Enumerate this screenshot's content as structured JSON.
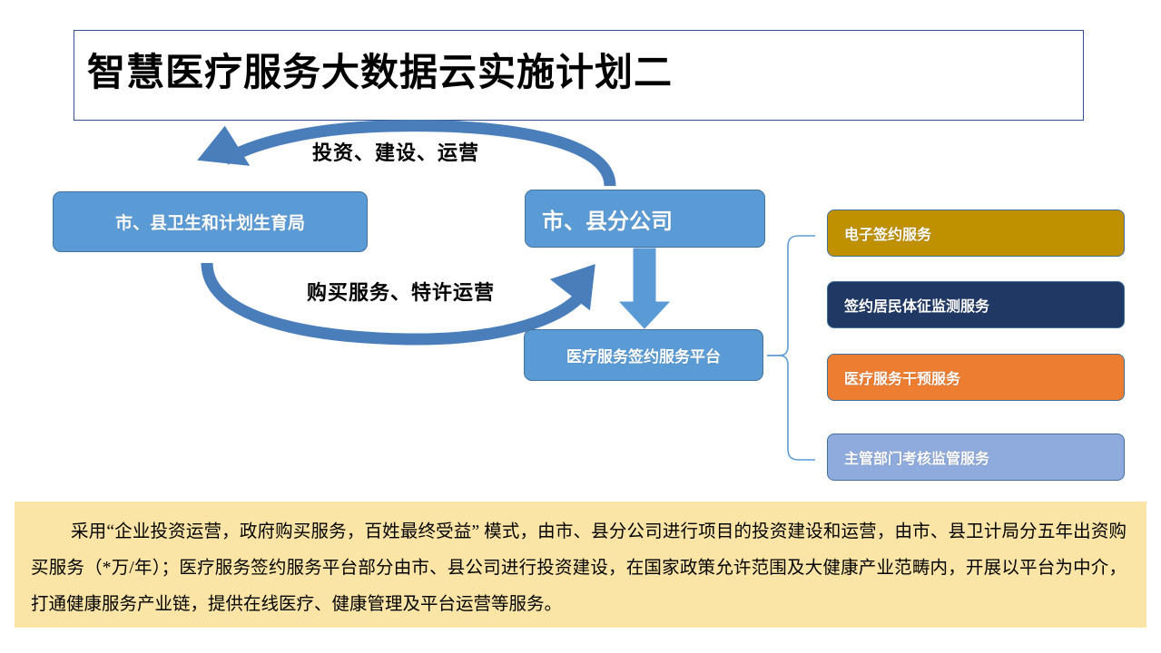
{
  "slide": {
    "title": "智慧医疗服务大数据云实施计划二",
    "background_color": "#FFFFFF"
  },
  "diagram": {
    "nodes": [
      {
        "id": "health-bureau",
        "label": "市、县卫生和计划生育局",
        "color": "#5B9BD5",
        "text_color": "#FFFFFF"
      },
      {
        "id": "branch-company",
        "label": "市、县分公司",
        "color": "#5B9BD5",
        "text_color": "#FFFFFF"
      },
      {
        "id": "platform",
        "label": "医疗服务签约服务平台",
        "color": "#5B9BD5",
        "text_color": "#FFFFFF"
      }
    ],
    "arrows": [
      {
        "id": "invest-build-operate",
        "label": "投资、建设、运营",
        "from": "branch-company",
        "to": "health-bureau",
        "direction": "right-to-left",
        "style": "curved",
        "color": "#4A7EBB"
      },
      {
        "id": "purchase-franchise",
        "label": "购买服务、特许运营",
        "from": "health-bureau",
        "to": "branch-company",
        "direction": "left-to-right",
        "style": "curved",
        "color": "#4A7EBB"
      },
      {
        "id": "company-to-platform",
        "label": "",
        "from": "branch-company",
        "to": "platform",
        "direction": "down",
        "style": "block-arrow",
        "color": "#5B9BD5"
      }
    ],
    "brace": {
      "id": "platform-services-brace",
      "color": "#5B9BD5",
      "from": "platform",
      "to": "services"
    },
    "services": [
      {
        "label": "电子签约服务",
        "color": "#BF9000",
        "text_color": "#FFFFFF"
      },
      {
        "label": "签约居民体征监测服务",
        "color": "#1F3864",
        "text_color": "#FFFFFF"
      },
      {
        "label": "医疗服务干预服务",
        "color": "#ED7D31",
        "text_color": "#FFFFFF"
      },
      {
        "label": "主管部门考核监管服务",
        "color": "#8FAADC",
        "text_color": "#FFFFFF"
      }
    ]
  },
  "note": {
    "background_color": "#FBE5A6",
    "text": "采用“企业投资运营，政府购买服务，百姓最终受益” 模式，由市、县分公司进行项目的投资建设和运营，由市、县卫计局分五年出资购买服务（*万/年）；医疗服务签约服务平台部分由市、县公司进行投资建设，在国家政策允许范围及大健康产业范畴内，开展以平台为中介，打通健康服务产业链，提供在线医疗、健康管理及平台运营等服务。"
  }
}
